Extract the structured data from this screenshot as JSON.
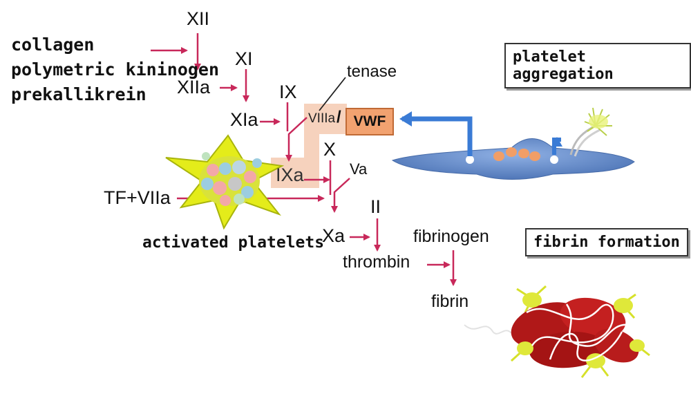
{
  "triggers": {
    "line1": "collagen",
    "line2": "polymetric kininogen",
    "line3": "prekallikrein"
  },
  "factors": {
    "xii": "XII",
    "xiia": "XIIa",
    "xi": "XI",
    "xia": "XIa",
    "ix": "IX",
    "ixa": "IXa",
    "x": "X",
    "xa": "Xa",
    "va": "Va",
    "ii": "II",
    "viiia": "VIIIa",
    "slash": "/",
    "vwf": "VWF",
    "tf_viia": "TF+VIIa"
  },
  "labels": {
    "tenase": "tenase",
    "activated_platelets": "activated platelets",
    "thrombin": "thrombin",
    "fibrinogen": "fibrinogen",
    "fibrin": "fibrin"
  },
  "boxes": {
    "platelet_aggregation": "platelet aggregation",
    "fibrin_formation": "fibrin formation"
  },
  "colors": {
    "arrow": "#c8285a",
    "tenase_highlight": "#f6d2bd",
    "vwf_fill": "#f2a270",
    "blue_arrow": "#3a7bd5",
    "endothelium": "#5f86c8",
    "platelet_yellow": "#e4ec1a",
    "rbc_red": "#b01818"
  }
}
